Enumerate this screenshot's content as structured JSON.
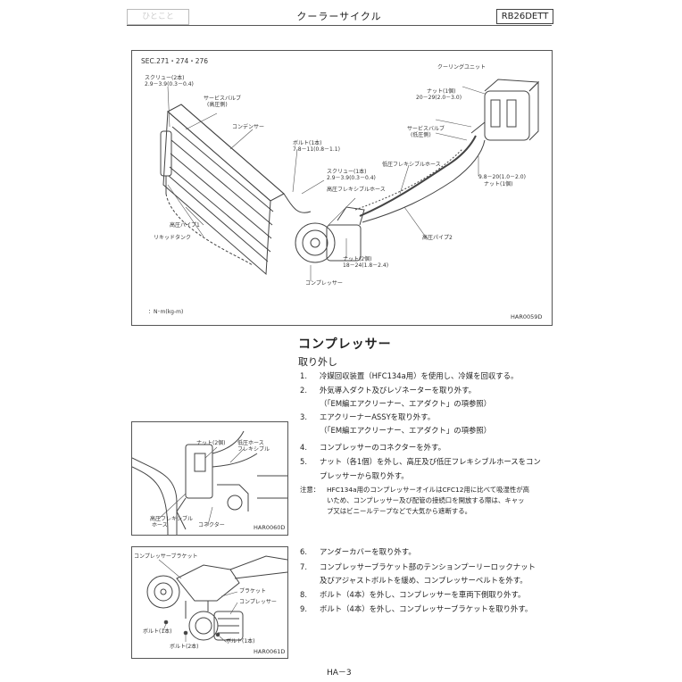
{
  "header": {
    "left_tab": "ひとこと",
    "title": "クーラーサイクル",
    "engine": "RB26DETT"
  },
  "figure_top": {
    "sec": "SEC.271・274・276",
    "labels": {
      "screw_count": "スクリュー(2本)",
      "screw_torque": "2.9－3.9(0.3－0.4)",
      "service_valve_hp": "サービスバルブ",
      "service_valve_hp_sub": "(高圧側)",
      "condenser": "コンデンサー",
      "bolt_count": "ボルト(1本)",
      "bolt_torque": "7.8－11(0.8－1.1)",
      "screw1_count": "スクリュー(1本)",
      "screw1_torque": "2.9－3.9(0.3－0.4)",
      "hp_flex_hose": "高圧フレキシブルホース",
      "lp_flex_hose": "低圧フレキシブルホース",
      "hp_pipe1": "高圧パイプ1",
      "liquid_tank": "リキッドタンク",
      "cooling_unit": "クーリングユニット",
      "nut1_count": "ナット(1個)",
      "nut1_torque": "20－29(2.0－3.0)",
      "service_valve_lp": "サービスバルブ",
      "service_valve_lp_sub": "(低圧側)",
      "nut2_torque": "9.8－20(1.0－2.0)",
      "nut2_count": "ナット(1個)",
      "hp_pipe2": "高圧パイプ2",
      "nut3_count": "ナット(2個)",
      "nut3_torque": "18－24(1.8－2.4)",
      "compressor": "コンプレッサー",
      "unit_legend": "：N･m(kg-m)",
      "fig_id": "HAR0059D"
    }
  },
  "section": {
    "title": "コンプレッサー",
    "subtitle": "取り外し"
  },
  "steps": [
    {
      "n": "1.",
      "text": "冷媒回収装置（HFC134a用）を使用し、冷媒を回収する。"
    },
    {
      "n": "2.",
      "text": "外気導入ダクト及びレゾネーターを取り外す。"
    },
    {
      "n": "",
      "text": "（「EM編エアクリーナー、エアダクト」の項参照）"
    },
    {
      "n": "3.",
      "text": "エアクリーナーASSYを取り外す。"
    },
    {
      "n": "",
      "text": "（「EM編エアクリーナー、エアダクト」の項参照）"
    },
    {
      "n": "4.",
      "text": "コンプレッサーのコネクターを外す。"
    },
    {
      "n": "5.",
      "text": "ナット（各1個）を外し、高圧及び低圧フレキシブルホースをコン"
    },
    {
      "n": "",
      "text": "プレッサーから取り外す。"
    }
  ],
  "note": {
    "label": "注意：",
    "lines": [
      "HFC134a用のコンプレッサーオイルはCFC12用に比べて吸湿性が高",
      "いため、コンプレッサー及び配管の接続口を開放する際は、キャッ",
      "プ又はビニールテープなどで大気から遮断する。"
    ]
  },
  "steps2": [
    {
      "n": "6.",
      "text": "アンダーカバーを取り外す。"
    },
    {
      "n": "7.",
      "text": "コンプレッサーブラケット部のテンションプーリーロックナット"
    },
    {
      "n": "",
      "text": "及びアジャストボルトを緩め、コンプレッサーベルトを外す。"
    },
    {
      "n": "8.",
      "text": "ボルト（4本）を外し、コンプレッサーを車両下側取り外す。"
    },
    {
      "n": "9.",
      "text": "ボルト（4本）を外し、コンプレッサーブラケットを取り外す。"
    }
  ],
  "figure_mid": {
    "nut_label": "ナット(2個)",
    "lp_hose_a": "低圧ホース",
    "lp_hose_b": "フレキシブル",
    "hp_hose_a": "高圧フレキシブル",
    "hp_hose_b": "ホース",
    "connector": "コネクター",
    "fig_id": "HAR0060D"
  },
  "figure_bottom": {
    "bracket": "コンプレッサーブラケット",
    "bracket2": "ブラケット",
    "compressor": "コンプレッサー",
    "bolt1": "ボルト(1本)",
    "bolt2": "ボルト(2本)",
    "bolt3": "ボルト(1本)",
    "fig_id": "HAR0061D"
  },
  "page_number": "HA－3"
}
